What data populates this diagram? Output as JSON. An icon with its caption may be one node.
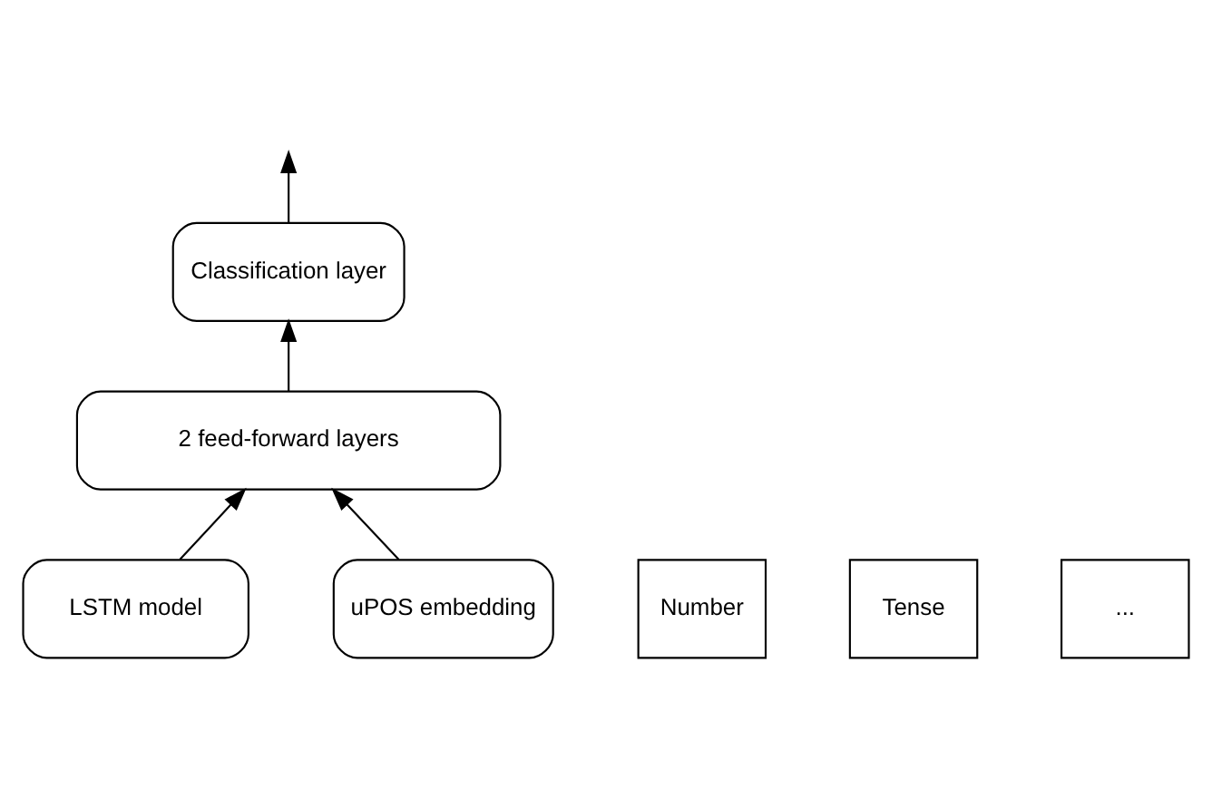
{
  "diagram": {
    "nodes": [
      {
        "text": [
          "Classification layer"
        ]
      },
      {
        "text": [
          "2 feed-forward layers"
        ]
      },
      {
        "text": [
          "LSTM model"
        ]
      },
      {
        "text": [
          "uPOS embedding"
        ]
      },
      {
        "text": [
          "Number"
        ]
      },
      {
        "text": [
          "Tense"
        ]
      },
      {
        "text": [
          "..."
        ]
      }
    ],
    "edges": [
      {
        "from": 0,
        "to": null,
        "arrow": "to"
      },
      {
        "from": 1,
        "to": 0,
        "arrow": "to"
      },
      {
        "from": 2,
        "to": 1,
        "arrow": "to"
      },
      {
        "from": 3,
        "to": 1,
        "arrow": "to"
      }
    ]
  }
}
